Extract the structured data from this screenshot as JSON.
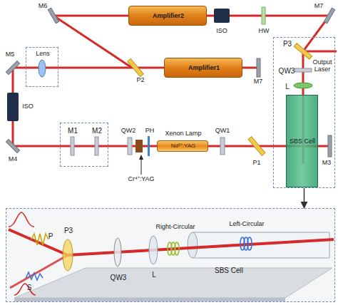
{
  "diagram": {
    "nodes": [
      {
        "text": [
          "Amplifier2"
        ]
      },
      {
        "text": [
          "P3",
          "QW3",
          "Output Laser",
          "L"
        ]
      },
      {
        "text": [
          "SBS Cell"
        ],
        "in": 1
      },
      {
        "text": [
          "Lens"
        ]
      },
      {
        "text": [
          "Amplifier1"
        ]
      },
      {
        "text": [
          "M1",
          "M2"
        ]
      },
      {
        "text": [
          "Xenon Lamp",
          "Nd³⁺:YAG"
        ]
      },
      {
        "text": [
          "P",
          "S",
          "P3",
          "QW3",
          "Right-Circular",
          "L",
          "Left-Circular",
          "SBS Cell"
        ]
      }
    ],
    "edges": [
      {
        "from": 1,
        "to": 7,
        "arrow": "to"
      }
    ],
    "labels": [
      "M6",
      "ISO",
      "HW",
      "M7",
      "P2",
      "M7",
      "M5",
      "ISO",
      "M4",
      "QW2",
      "PH",
      "QW1",
      "P1",
      "M3",
      "Cr⁴⁺:YAG"
    ]
  }
}
